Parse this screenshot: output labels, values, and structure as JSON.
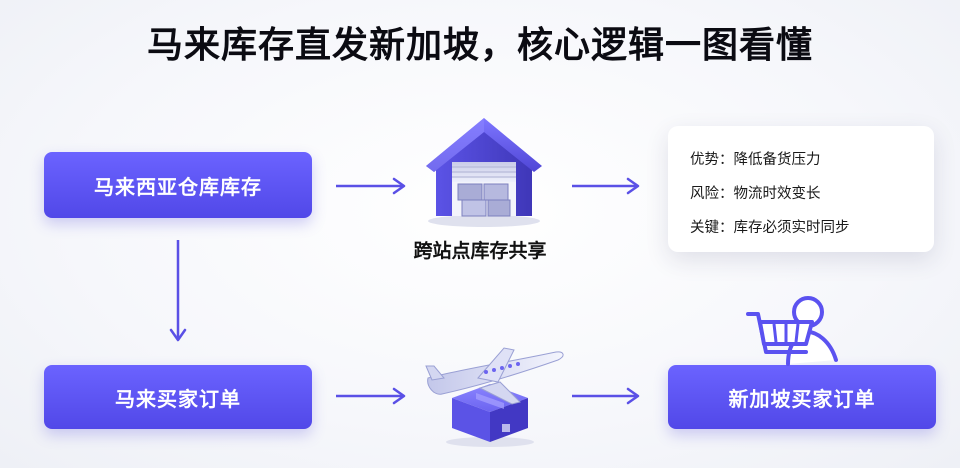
{
  "title": "马来库存直发新加坡，核心逻辑一图看懂",
  "nodes": {
    "malaysia_stock": "马来西亚仓库库存",
    "malaysia_order": "马来买家订单",
    "singapore_order": "新加坡买家订单"
  },
  "warehouse_caption": "跨站点库存共享",
  "info": {
    "advantage": "优势：降低备货压力",
    "risk": "风险：物流时效变长",
    "key": "关键：库存必须实时同步"
  },
  "colors": {
    "primary": "#5b52f0",
    "arrow": "#5a50e6",
    "card_background": "#ffffff"
  },
  "icons": [
    "warehouse-icon",
    "airplane-package-icon",
    "shopping-cart-user-icon"
  ]
}
